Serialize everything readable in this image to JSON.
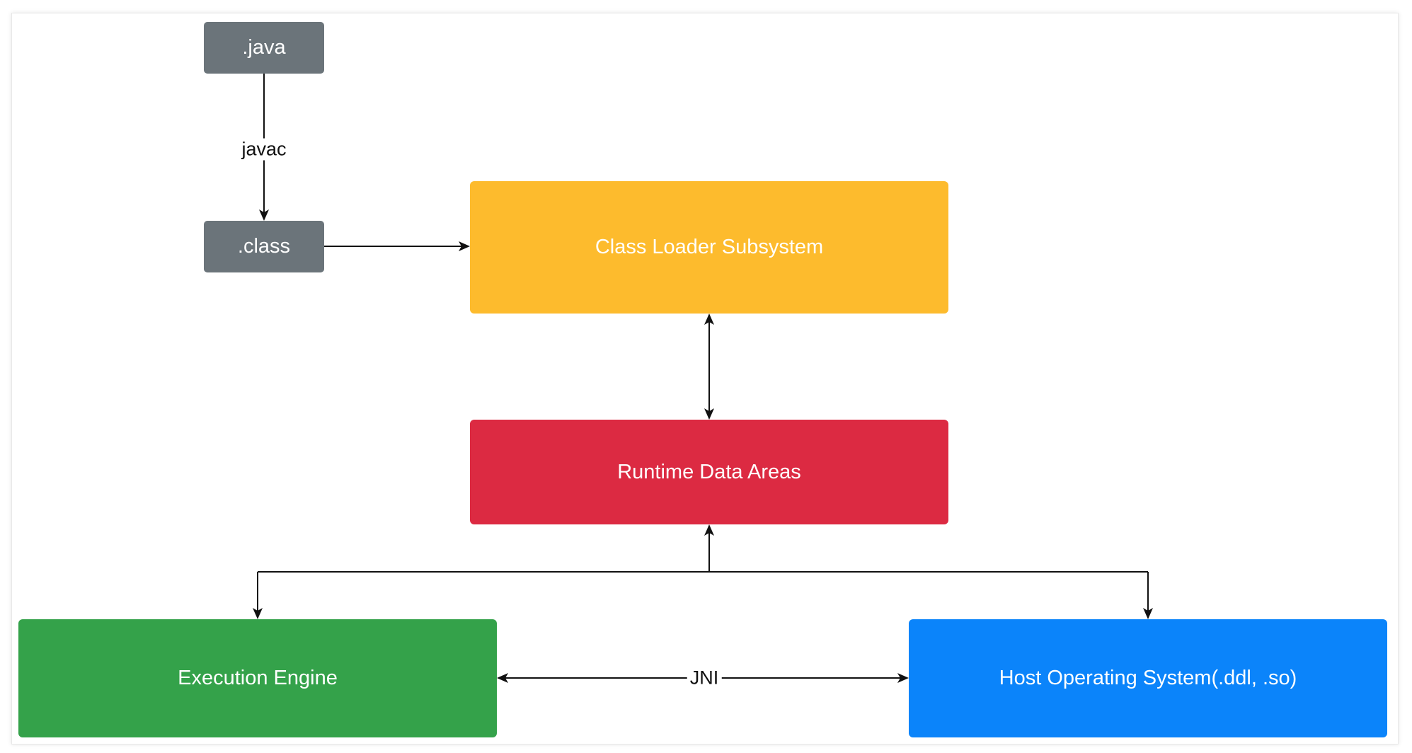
{
  "diagram": {
    "nodes": {
      "java": {
        "label": ".java",
        "color": "#6b747a"
      },
      "class": {
        "label": ".class",
        "color": "#6b747a"
      },
      "class_loader": {
        "label": "Class Loader Subsystem",
        "color": "#fdbb2d"
      },
      "runtime_data": {
        "label": "Runtime Data Areas",
        "color": "#dc2a42"
      },
      "execution_engine": {
        "label": "Execution Engine",
        "color": "#34a24a"
      },
      "host_os": {
        "label": "Host Operating System(.ddl, .so)",
        "color": "#0b84fa"
      }
    },
    "edges": {
      "javac": {
        "label": "javac"
      },
      "jni": {
        "label": "JNI"
      }
    },
    "edge_color": "#111111"
  }
}
